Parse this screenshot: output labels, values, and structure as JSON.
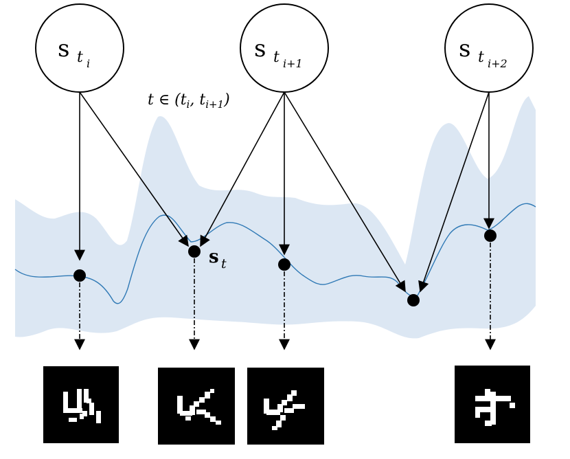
{
  "colors": {
    "band": "#dce7f3",
    "mean_line": "#2f79b5",
    "ink": "#000000",
    "tile_bg": "#000000",
    "glyph": "#ffffff"
  },
  "nodes": [
    {
      "name": "s",
      "sub": "t",
      "subsub": "i"
    },
    {
      "name": "s",
      "sub": "t",
      "subsub": "i+1"
    },
    {
      "name": "s",
      "sub": "t",
      "subsub": "i+2"
    }
  ],
  "interval_label": {
    "prefix": "t ∈ (t",
    "sub1": "i",
    "mid": ", t",
    "sub2": "i+1",
    "suffix": ")"
  },
  "interpolated_point_label": {
    "name": "s",
    "sub": "t"
  },
  "decoded_images": [
    {
      "icon": "handwritten-character-glyph"
    },
    {
      "icon": "handwritten-character-glyph"
    },
    {
      "icon": "handwritten-character-glyph"
    },
    {
      "icon": "handwritten-character-glyph"
    }
  ]
}
